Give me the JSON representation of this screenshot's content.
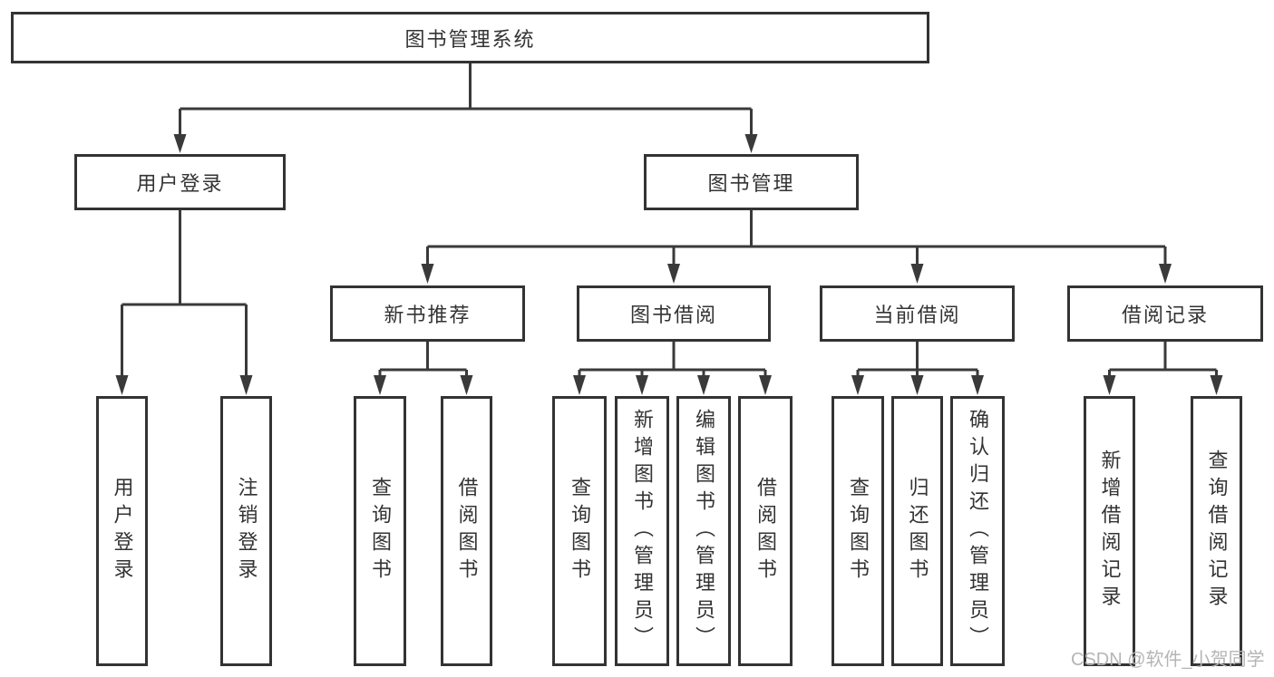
{
  "diagram": {
    "title": "图书管理系统",
    "watermark": "CSDN @软件_小贺同学",
    "colors": {
      "line": "#3a3a3a",
      "border": "#333333",
      "text": "#333333",
      "box_bg": "#ffffff",
      "watermark": "#b5b5b5"
    },
    "nodes": {
      "root": {
        "label": "图书管理系统"
      },
      "user_login": {
        "label": "用户登录"
      },
      "book_mgmt": {
        "label": "图书管理"
      },
      "new_book_rec": {
        "label": "新书推荐"
      },
      "book_borrow": {
        "label": "图书借阅"
      },
      "current_borrow": {
        "label": "当前借阅"
      },
      "borrow_record": {
        "label": "借阅记录"
      },
      "leaf_user_login": {
        "label": "用户登录"
      },
      "leaf_logout": {
        "label": "注销登录"
      },
      "leaf_query_book_rec": {
        "label": "查询图书"
      },
      "leaf_borrow_book_rec": {
        "label": "借阅图书"
      },
      "leaf_query_book_borrow": {
        "label": "查询图书"
      },
      "leaf_add_book_admin": {
        "label": "新增图书（管理员）"
      },
      "leaf_edit_book_admin": {
        "label": "编辑图书（管理员）"
      },
      "leaf_borrow_book_borrow": {
        "label": "借阅图书"
      },
      "leaf_query_book_current": {
        "label": "查询图书"
      },
      "leaf_return_book": {
        "label": "归还图书"
      },
      "leaf_confirm_return_admin": {
        "label": "确认归还（管理员）"
      },
      "leaf_add_borrow_record": {
        "label": "新增借阅记录"
      },
      "leaf_query_borrow_record": {
        "label": "查询借阅记录"
      }
    }
  }
}
